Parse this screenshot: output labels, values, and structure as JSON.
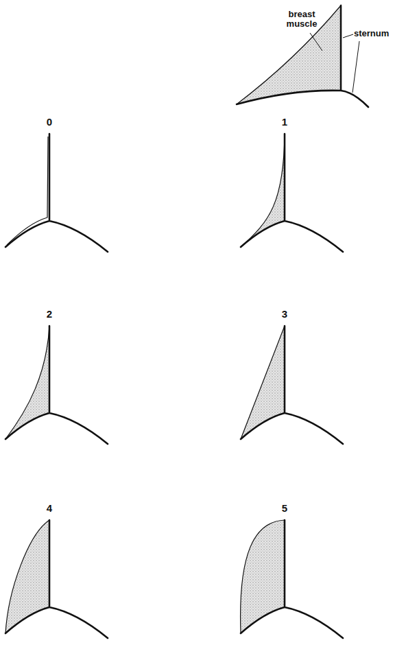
{
  "diagram": {
    "labels": [
      "breast muscle",
      "sternum",
      "0",
      "1",
      "2",
      "3",
      "4",
      "5"
    ]
  }
}
